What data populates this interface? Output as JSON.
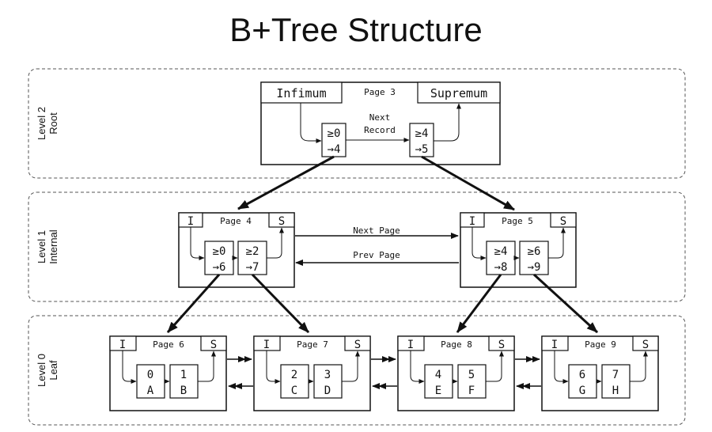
{
  "title": "B+Tree Structure",
  "levels": [
    {
      "line1": "Level 2",
      "line2": "Root"
    },
    {
      "line1": "Level 1",
      "line2": "Internal"
    },
    {
      "line1": "Level 0",
      "line2": "Leaf"
    }
  ],
  "root": {
    "infimum": "Infimum",
    "page": "Page 3",
    "supremum": "Supremum",
    "next_record_line1": "Next",
    "next_record_line2": "Record",
    "records": [
      {
        "key": "≥0",
        "ptr": "→4"
      },
      {
        "key": "≥4",
        "ptr": "→5"
      }
    ]
  },
  "internal": [
    {
      "i": "I",
      "page": "Page 4",
      "s": "S",
      "records": [
        {
          "key": "≥0",
          "ptr": "→6"
        },
        {
          "key": "≥2",
          "ptr": "→7"
        }
      ]
    },
    {
      "i": "I",
      "page": "Page 5",
      "s": "S",
      "records": [
        {
          "key": "≥4",
          "ptr": "→8"
        },
        {
          "key": "≥6",
          "ptr": "→9"
        }
      ]
    }
  ],
  "links": {
    "next_page": "Next Page",
    "prev_page": "Prev Page"
  },
  "leaves": [
    {
      "i": "I",
      "page": "Page 6",
      "s": "S",
      "records": [
        {
          "key": "0",
          "val": "A"
        },
        {
          "key": "1",
          "val": "B"
        }
      ]
    },
    {
      "i": "I",
      "page": "Page 7",
      "s": "S",
      "records": [
        {
          "key": "2",
          "val": "C"
        },
        {
          "key": "3",
          "val": "D"
        }
      ]
    },
    {
      "i": "I",
      "page": "Page 8",
      "s": "S",
      "records": [
        {
          "key": "4",
          "val": "E"
        },
        {
          "key": "5",
          "val": "F"
        }
      ]
    },
    {
      "i": "I",
      "page": "Page 9",
      "s": "S",
      "records": [
        {
          "key": "6",
          "val": "G"
        },
        {
          "key": "7",
          "val": "H"
        }
      ]
    }
  ]
}
